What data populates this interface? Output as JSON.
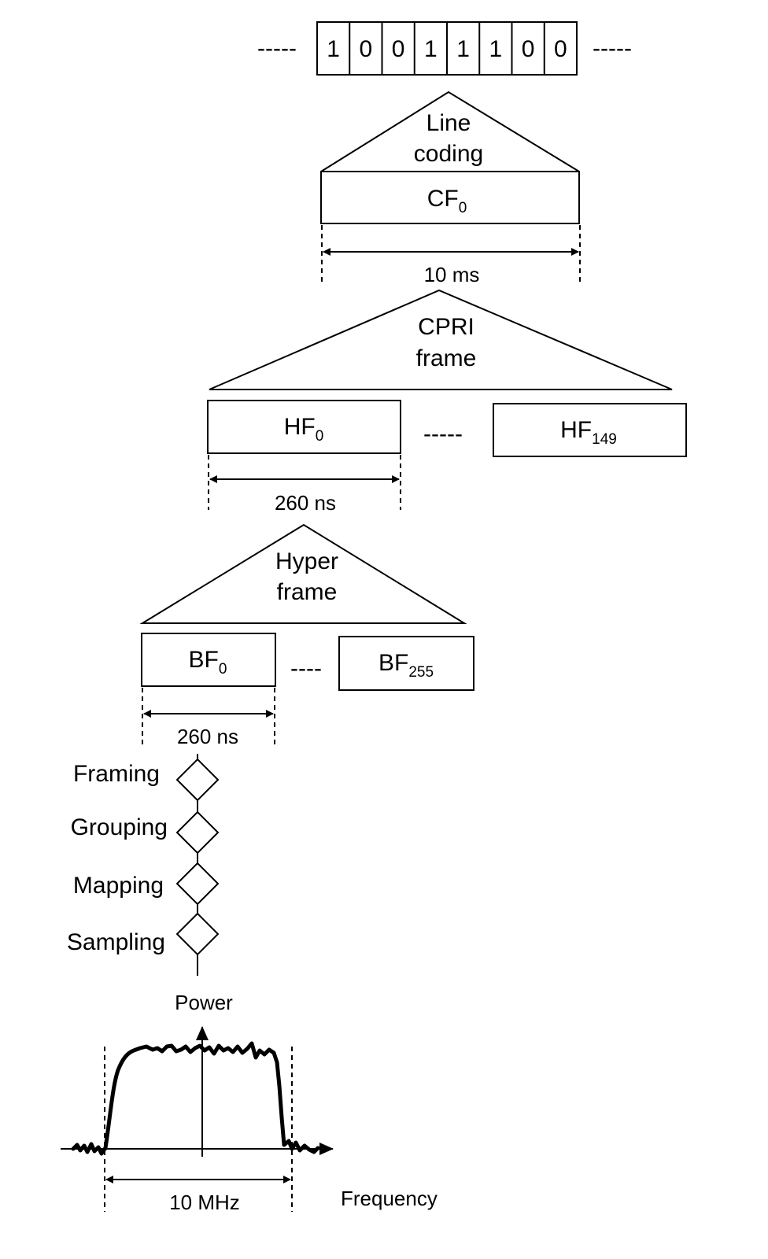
{
  "bits": [
    "1",
    "0",
    "0",
    "1",
    "1",
    "1",
    "0",
    "0"
  ],
  "bit_ellipsis_left": "-----",
  "bit_ellipsis_right": "-----",
  "line_coding": {
    "line1": "Line",
    "line2": "coding"
  },
  "cf0": {
    "base": "CF",
    "sub": "0"
  },
  "cf_duration": "10 ms",
  "cpri_frame": {
    "line1": "CPRI",
    "line2": "frame"
  },
  "hf0": {
    "base": "HF",
    "sub": "0"
  },
  "hf_ellipsis": "-----",
  "hf149": {
    "base": "HF",
    "sub": "149"
  },
  "hf_duration": "260 ns",
  "hyper_frame": {
    "line1": "Hyper",
    "line2": "frame"
  },
  "bf0": {
    "base": "BF",
    "sub": "0"
  },
  "bf_ellipsis": "----",
  "bf255": {
    "base": "BF",
    "sub": "255"
  },
  "bf_duration": "260 ns",
  "steps": [
    "Framing",
    "Grouping",
    "Mapping",
    "Sampling"
  ],
  "spectrum": {
    "y_label": "Power",
    "x_label": "Frequency",
    "bandwidth": "10 MHz"
  }
}
